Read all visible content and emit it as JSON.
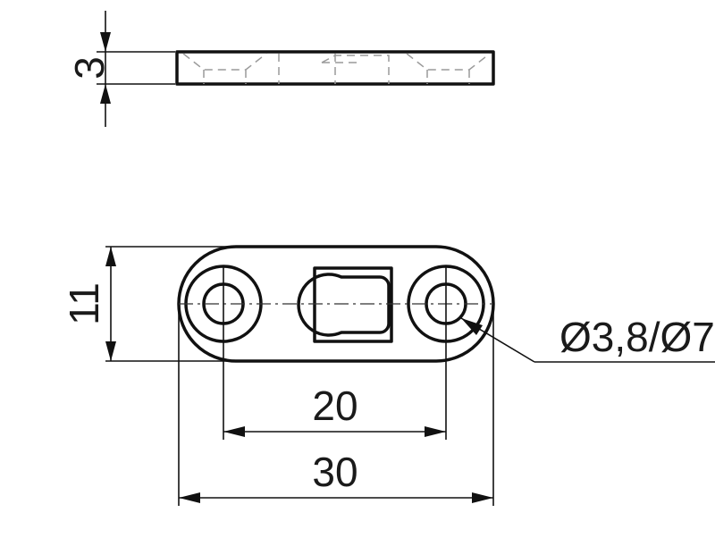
{
  "dimensions": {
    "thickness": "3",
    "height": "11",
    "hole_spacing": "20",
    "total_length": "30",
    "hole_diameter": "Ø3,8/Ø7"
  },
  "colors": {
    "line": "#111111",
    "hidden_line": "#9a9a9a",
    "background": "#ffffff"
  }
}
